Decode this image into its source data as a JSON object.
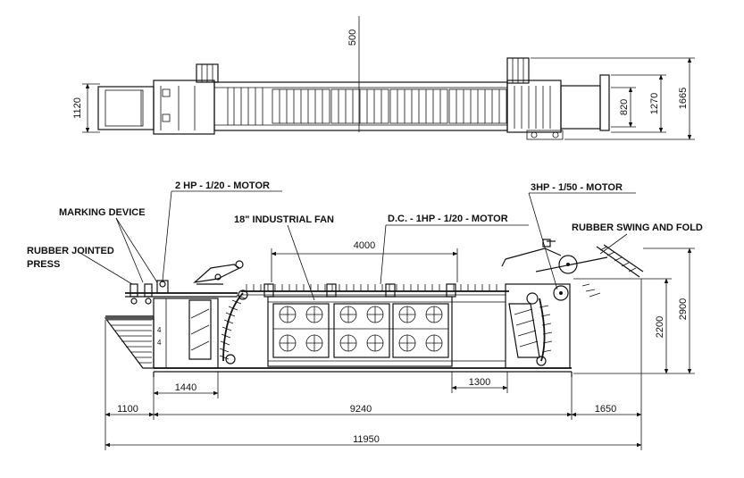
{
  "labels": {
    "motor_2hp": "2 HP - 1/20 - MOTOR",
    "marking_device": "MARKING DEVICE",
    "industrial_fan": "18\" INDUSTRIAL FAN",
    "dc_motor": "D.C. - 1HP - 1/20 - MOTOR",
    "motor_3hp": "3HP - 1/50 - MOTOR",
    "rubber_swing": "RUBBER SWING AND FOLD",
    "rubber_press_1": "RUBBER JOINTED",
    "rubber_press_2": "PRESS"
  },
  "dimensions": {
    "top_500": "500",
    "top_1120": "1120",
    "top_820": "820",
    "top_1270": "1270",
    "top_1665": "1665",
    "side_4000": "4000",
    "side_2200": "2200",
    "side_2900": "2900",
    "side_1440": "1440",
    "side_1300": "1300",
    "side_1100": "1100",
    "side_9240": "9240",
    "side_1650": "1650",
    "side_11950": "11950"
  }
}
